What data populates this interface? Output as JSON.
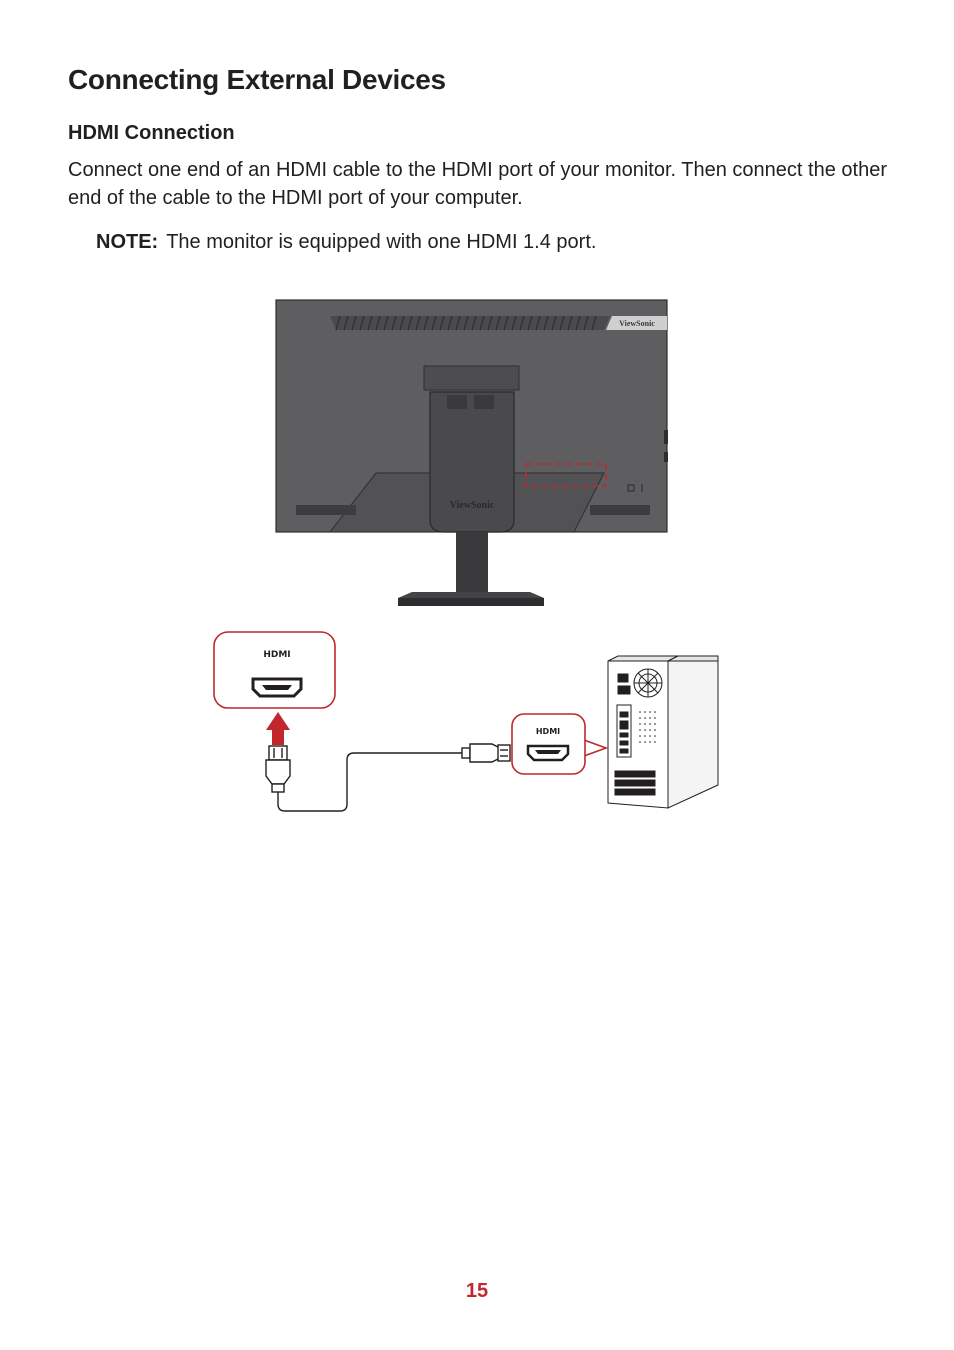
{
  "heading": "Connecting External Devices",
  "subheading": "HDMI Connection",
  "paragraph": "Connect one end of an HDMI cable to the HDMI port of your monitor. Then connect the other end of the cable to the HDMI port of your computer.",
  "note": {
    "label": "NOTE:",
    "text": "The monitor is equipped with one HDMI 1.4 port."
  },
  "figure": {
    "brand_top": "ViewSonic",
    "brand_stand": "ViewSonic",
    "hdmi_label_monitor": "HDMI",
    "hdmi_label_pc": "HDMI"
  },
  "colors": {
    "accent_red": "#c1272d",
    "monitor_gray": "#5a5a5c",
    "dark_gray": "#3a3a3c"
  },
  "page_number": "15"
}
